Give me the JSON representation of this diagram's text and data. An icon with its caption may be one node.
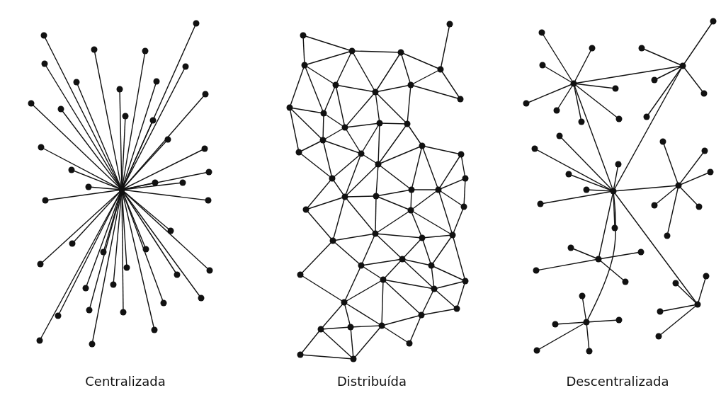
{
  "diagram": {
    "nodes": [
      {
        "text": [],
        "shape": "picture",
        "beside": [
          "Centralizada"
        ]
      },
      {
        "text": [],
        "shape": "picture",
        "beside": [
          "Distribuída"
        ]
      },
      {
        "text": [],
        "shape": "picture",
        "beside": [
          "Descentralizada"
        ]
      }
    ]
  }
}
